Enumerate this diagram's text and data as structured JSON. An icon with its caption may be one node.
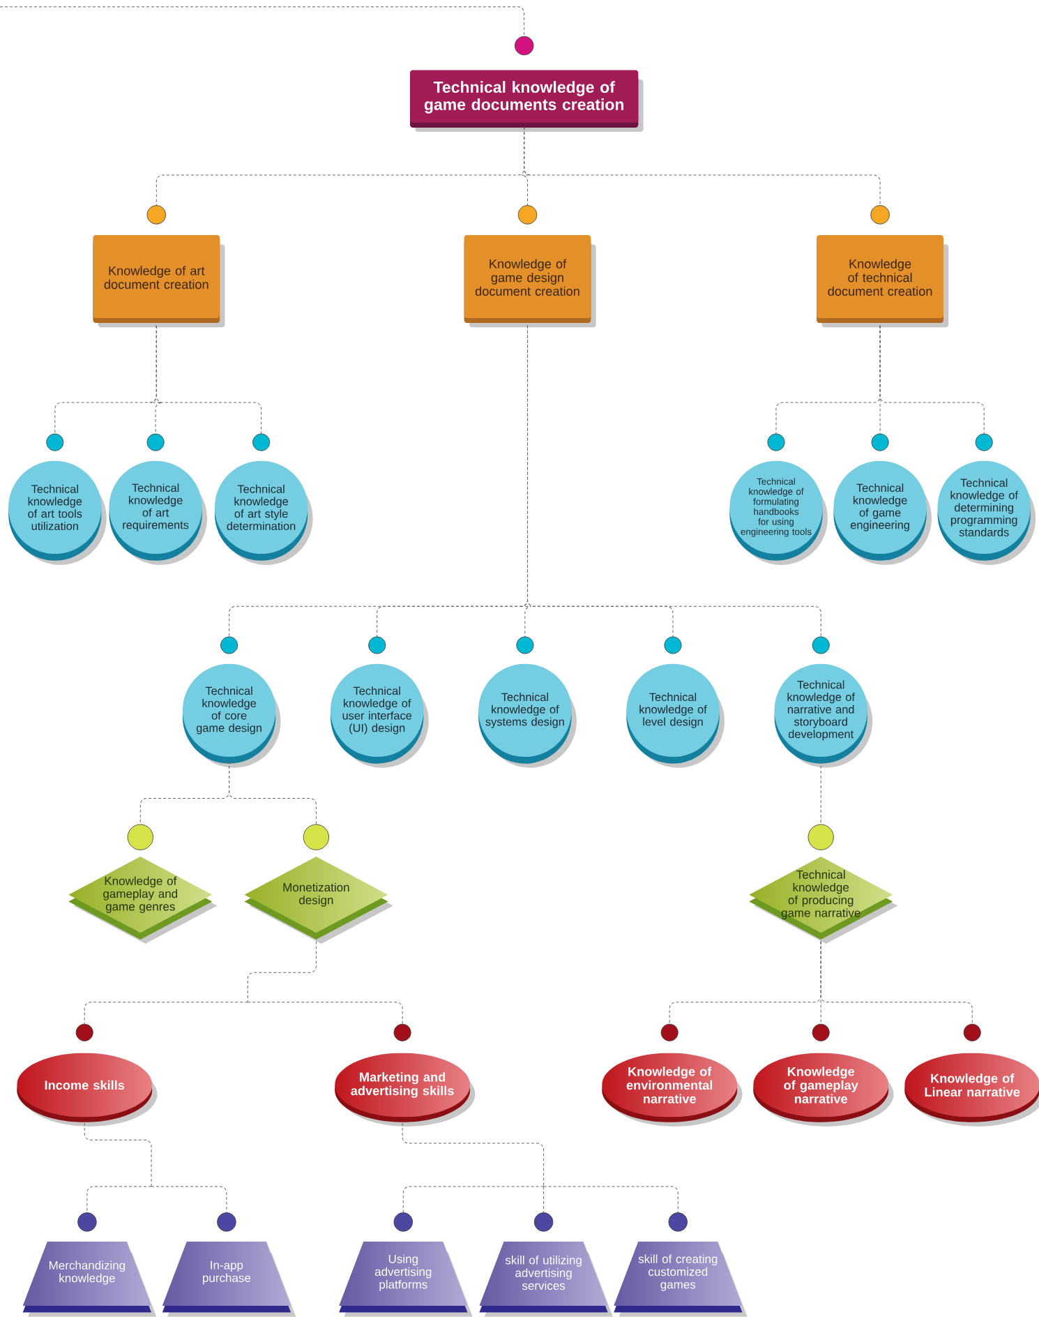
{
  "diagram": {
    "nodes": [
      {
        "text": [
          "Technical knowledge of game documents creation"
        ]
      },
      {
        "text": [
          "Knowledge of art document creation"
        ]
      },
      {
        "text": [
          "Knowledge of game design document creation"
        ]
      },
      {
        "text": [
          "Knowledge of technical document creation"
        ]
      },
      {
        "text": [
          "Technical knowledge of art tools utilization"
        ]
      },
      {
        "text": [
          "Technical knowledge of art requirements"
        ]
      },
      {
        "text": [
          "Technical knowledge of art style determination"
        ]
      },
      {
        "text": [
          "Technical knowledge of formulating handbooks for using engineering tools"
        ]
      },
      {
        "text": [
          "Technical knowledge of game engineering"
        ]
      },
      {
        "text": [
          "Technical knowledge of determining programming standards"
        ]
      },
      {
        "text": [
          "Technical knowledge of core game design"
        ]
      },
      {
        "text": [
          "Technical knowledge of user interface (UI) design"
        ]
      },
      {
        "text": [
          "Technical knowledge of systems design"
        ]
      },
      {
        "text": [
          "Technical knowledge of level design"
        ]
      },
      {
        "text": [
          "Technical knowledge of narrative and storyboard development"
        ]
      },
      {
        "text": [
          "Knowledge of gameplay and game genres"
        ]
      },
      {
        "text": [
          "Monetization design"
        ]
      },
      {
        "text": [
          "Technical knowledge of producing game narrative"
        ]
      },
      {
        "text": [
          "Income skills"
        ]
      },
      {
        "text": [
          "Marketing and advertising skills"
        ]
      },
      {
        "text": [
          "Knowledge of environmental narrative"
        ]
      },
      {
        "text": [
          "Knowledge of gameplay narrative"
        ]
      },
      {
        "text": [
          "Knowledge of Linear narrative"
        ]
      },
      {
        "text": [
          "Merchandizing knowledge"
        ]
      },
      {
        "text": [
          "In-app purchase"
        ]
      },
      {
        "text": [
          "Using advertising platforms"
        ]
      },
      {
        "text": [
          "skill of utilizing advertising services"
        ]
      },
      {
        "text": [
          "skill of creating customized games"
        ]
      }
    ],
    "edges": [
      {
        "from": null,
        "to": 0,
        "arrow": "none"
      },
      {
        "from": 0,
        "to": 1,
        "arrow": "none"
      },
      {
        "from": 0,
        "to": 2,
        "arrow": "none"
      },
      {
        "from": 0,
        "to": 3,
        "arrow": "none"
      },
      {
        "from": 1,
        "to": 4,
        "arrow": "none"
      },
      {
        "from": 1,
        "to": 5,
        "arrow": "none"
      },
      {
        "from": 1,
        "to": 6,
        "arrow": "none"
      },
      {
        "from": 3,
        "to": 7,
        "arrow": "none"
      },
      {
        "from": 3,
        "to": 8,
        "arrow": "none"
      },
      {
        "from": 3,
        "to": 9,
        "arrow": "none"
      },
      {
        "from": 2,
        "to": 10,
        "arrow": "none"
      },
      {
        "from": 2,
        "to": 11,
        "arrow": "none"
      },
      {
        "from": 2,
        "to": 12,
        "arrow": "none"
      },
      {
        "from": 2,
        "to": 13,
        "arrow": "none"
      },
      {
        "from": 2,
        "to": 14,
        "arrow": "none"
      },
      {
        "from": 10,
        "to": 15,
        "arrow": "none"
      },
      {
        "from": 10,
        "to": 16,
        "arrow": "none"
      },
      {
        "from": 14,
        "to": 17,
        "arrow": "none"
      },
      {
        "from": 16,
        "to": 18,
        "arrow": "none"
      },
      {
        "from": 16,
        "to": 19,
        "arrow": "none"
      },
      {
        "from": 17,
        "to": 20,
        "arrow": "none"
      },
      {
        "from": 17,
        "to": 21,
        "arrow": "none"
      },
      {
        "from": 17,
        "to": 22,
        "arrow": "none"
      },
      {
        "from": 18,
        "to": 23,
        "arrow": "none"
      },
      {
        "from": 18,
        "to": 24,
        "arrow": "none"
      },
      {
        "from": 19,
        "to": 25,
        "arrow": "none"
      },
      {
        "from": 19,
        "to": 26,
        "arrow": "none"
      },
      {
        "from": 19,
        "to": 27,
        "arrow": "none"
      }
    ]
  }
}
